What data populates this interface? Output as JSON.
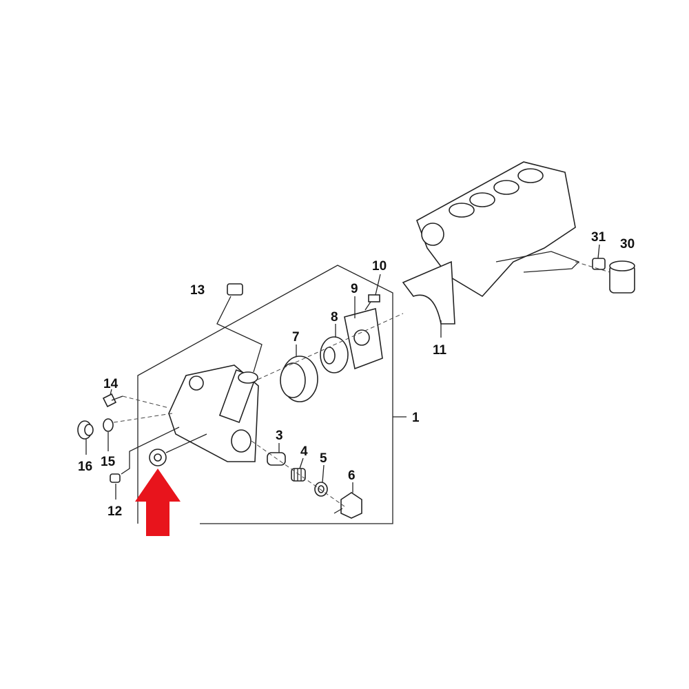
{
  "diagram": {
    "callouts": [
      {
        "id": "1",
        "text": "1"
      },
      {
        "id": "3",
        "text": "3"
      },
      {
        "id": "4",
        "text": "4"
      },
      {
        "id": "5",
        "text": "5"
      },
      {
        "id": "6",
        "text": "6"
      },
      {
        "id": "7",
        "text": "7"
      },
      {
        "id": "8",
        "text": "8"
      },
      {
        "id": "9",
        "text": "9"
      },
      {
        "id": "10",
        "text": "10"
      },
      {
        "id": "11",
        "text": "11"
      },
      {
        "id": "12",
        "text": "12"
      },
      {
        "id": "13",
        "text": "13"
      },
      {
        "id": "14",
        "text": "14"
      },
      {
        "id": "15",
        "text": "15"
      },
      {
        "id": "16",
        "text": "16"
      },
      {
        "id": "30",
        "text": "30"
      },
      {
        "id": "31",
        "text": "31"
      }
    ],
    "highlight_color": "#e8141c"
  }
}
